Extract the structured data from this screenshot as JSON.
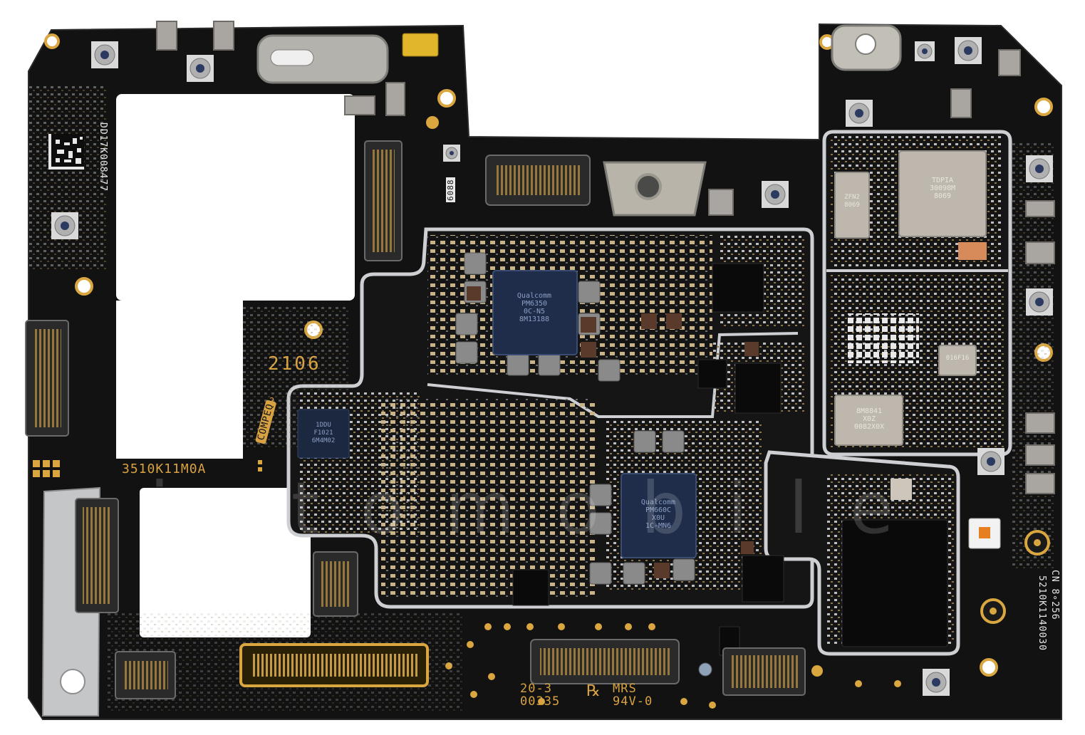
{
  "board": {
    "silkscreen": {
      "date_code": "2106",
      "board_id": "3510K11M0A",
      "logo": "COMPEQ",
      "logo_suffix": "2",
      "lot_top": "20-3",
      "lot_bottom": "00335",
      "ul_mark": "MRS",
      "flame_rating": "94V-0",
      "serial_left": "DD17K008477",
      "serial_right_1": "CN 8∘256",
      "serial_right_2": "5210K1140030",
      "batch_label": "6088"
    },
    "chip_markings": {
      "cpu": "Qualcomm\nPM6350\n0C-N5\n8M13188",
      "pmic": "Qualcomm\nPM660C\nX0U\n1C-MN6",
      "memory": "1DDU\nF1021\n6M4M02",
      "rf_top": "TDPIA\n30098M\n8069",
      "rf_mid": "ZFN2\n8069",
      "rf_small": "016F16",
      "rf_bottom": "8M8841\nX0Z\n0082X0X"
    },
    "watermark": "ictomobile",
    "colors": {
      "pcb": "#121212",
      "shield": "#cdcfd2",
      "gold": "#d9a640",
      "silkscreen": "#d8a243"
    }
  }
}
